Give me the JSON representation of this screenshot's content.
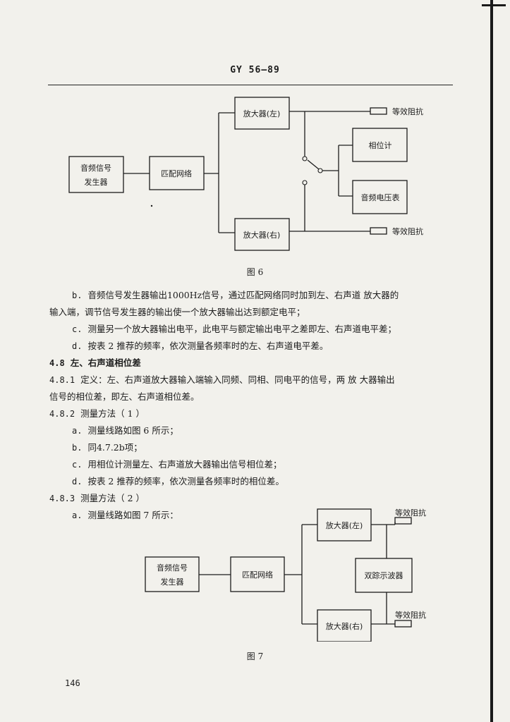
{
  "header": {
    "doc_id": "GY 56—89"
  },
  "fig6": {
    "caption": "图 6",
    "generator_line1": "音频信号",
    "generator_line2": "发生器",
    "network": "匹配网络",
    "amp_left": "放大器(左)",
    "amp_right": "放大器(右)",
    "phase_meter": "相位计",
    "voltmeter": "音频电压表",
    "load_top": "等效阻抗",
    "load_bottom": "等效阻抗"
  },
  "body": {
    "b": {
      "label": "b.",
      "text": "音频信号发生器输出1000Hz信号，通过匹配网络同时加到左、右声道 放大器的"
    },
    "b_cont": "输入端，调节信号发生器的输出使一个放大器输出达到额定电平；",
    "c": {
      "label": "c.",
      "text": "测量另一个放大器输出电平，此电平与额定输出电平之差即左、右声道电平差；"
    },
    "d": {
      "label": "d.",
      "text": "按表 2 推荐的频率，依次测量各频率时的左、右声道电平差。"
    },
    "s48": {
      "num": "4.8",
      "title": "左、右声道相位差"
    },
    "s481": {
      "num": "4.8.1",
      "text": "定义：左、右声道放大器输入端输入同频、同相、同电平的信号，两 放 大器输出"
    },
    "s481_cont": "信号的相位差，即左、右声道相位差。",
    "s482": {
      "num": "4.8.2",
      "text": "测量方法（ 1 ）"
    },
    "s482_a": {
      "label": "a.",
      "text": "测量线路如图 6 所示；"
    },
    "s482_b": {
      "label": "b.",
      "text": "同4.7.2b项；"
    },
    "s482_c": {
      "label": "c.",
      "text": "用相位计测量左、右声道放大器输出信号相位差；"
    },
    "s482_d": {
      "label": "d.",
      "text": "按表 2 推荐的频率，依次测量各频率时的相位差。"
    },
    "s483": {
      "num": "4.8.3",
      "text": "测量方法（ 2 ）"
    },
    "s483_a": {
      "label": "a.",
      "text": "测量线路如图 7 所示："
    }
  },
  "fig7": {
    "caption": "图 7",
    "generator_line1": "音频信号",
    "generator_line2": "发生器",
    "network": "匹配网络",
    "amp_left": "放大器(左)",
    "amp_right": "放大器(右)",
    "oscilloscope": "双踪示波器",
    "load_top": "等效阻抗",
    "load_bottom": "等效阻抗"
  },
  "footer": {
    "page_number": "146"
  }
}
